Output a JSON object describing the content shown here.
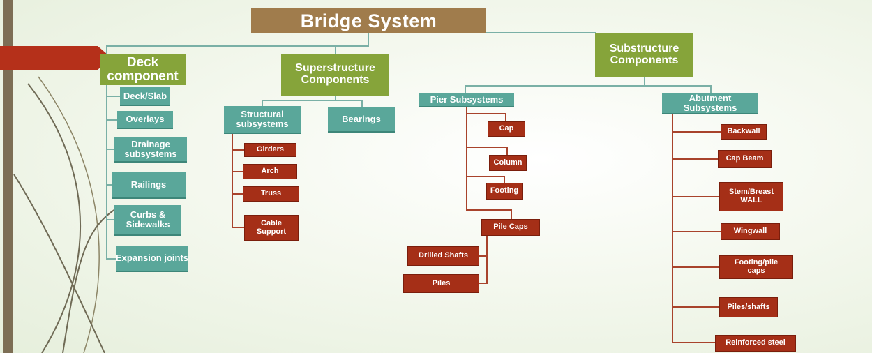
{
  "title": "Bridge System",
  "categories": {
    "deck": "Deck\ncomponent",
    "superstructure": "Superstructure\nComponents",
    "substructure": "Substructure\nComponents"
  },
  "deck_items": [
    "Deck/Slab",
    "Overlays",
    "Drainage\nsubsystems",
    "Railings",
    "Curbs &\nSidewalks",
    "Expansion joints"
  ],
  "superstructure": {
    "structural": "Structural\nsubsystems",
    "bearings": "Bearings",
    "structural_items": [
      "Girders",
      "Arch",
      "Truss",
      "Cable\nSupport"
    ]
  },
  "substructure": {
    "pier": "Pier Subsystems",
    "pier_items": [
      "Cap",
      "Column",
      "Footing",
      "Pile Caps"
    ],
    "pile_cap_items": [
      "Drilled Shafts",
      "Piles"
    ],
    "abutment": "Abutment\nSubsystems",
    "abutment_items": [
      "Backwall",
      "Cap Beam",
      "Stem/Breast\nWALL",
      "Wingwall",
      "Footing/pile\ncaps",
      "Piles/shafts",
      "Reinforced steel"
    ]
  },
  "colors": {
    "title": "#a07c4c",
    "category": "#86a43a",
    "subsystem": "#5aa79a",
    "element": "#a52f17"
  }
}
